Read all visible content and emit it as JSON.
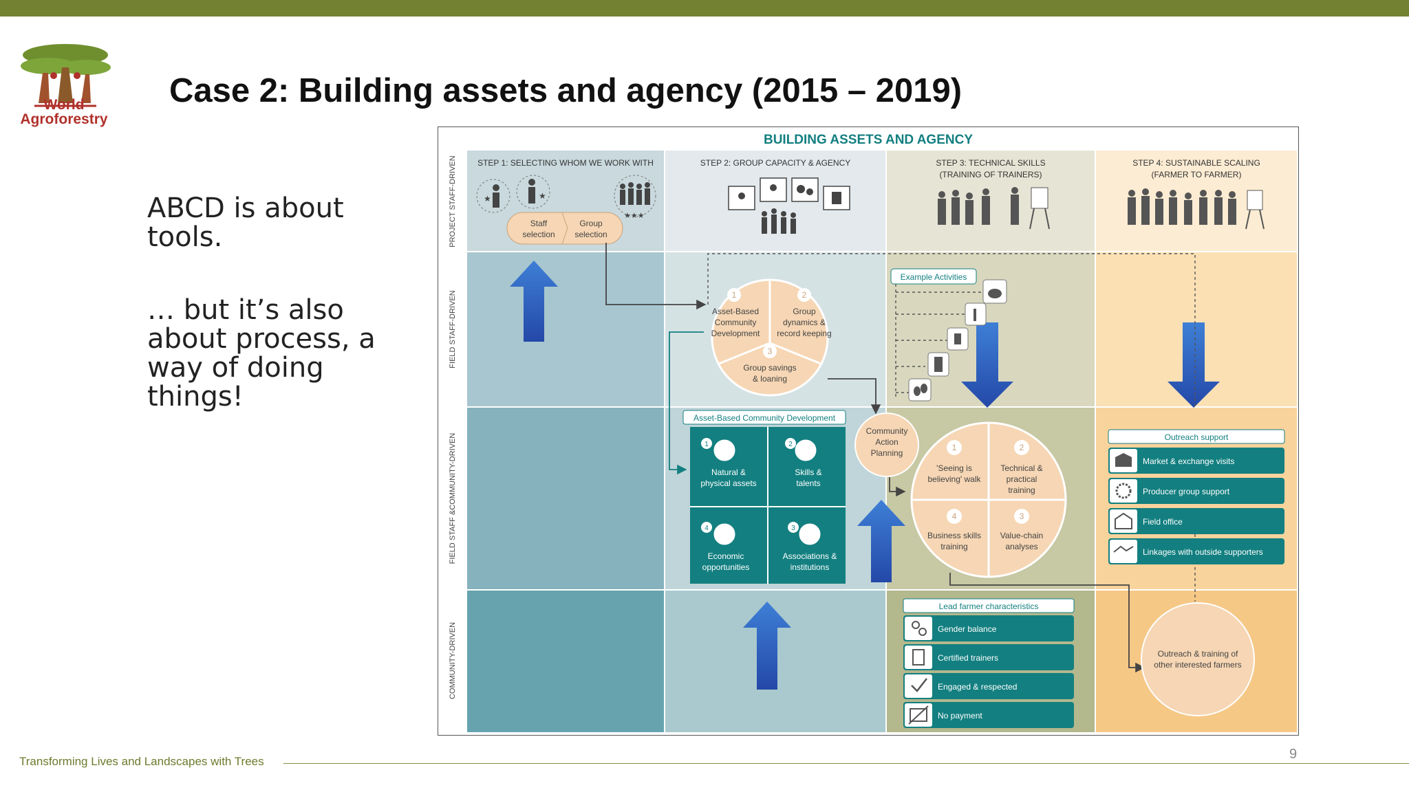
{
  "logo": {
    "line1": "World",
    "line2": "Agroforestry"
  },
  "slide": {
    "title": "Case 2: Building assets and agency (2015 – 2019)",
    "para1": [
      "ABCD is about",
      "tools."
    ],
    "para2": [
      "… but it’s also",
      "about process, a",
      "way of doing",
      "things!"
    ],
    "footer": "Transforming Lives and Landscapes with Trees",
    "page_number": "9"
  },
  "diagram": {
    "title": "BUILDING ASSETS AND AGENCY",
    "rows": [
      "PROJECT STAFF-DRIVEN",
      "FIELD STAFF-DRIVEN",
      "FIELD STAFF &COMMUNITY-DRIVEN",
      "COMMUNITY-DRIVEN"
    ],
    "steps": [
      [
        "STEP 1: SELECTING WHOM WE WORK WITH"
      ],
      [
        "STEP 2: GROUP CAPACITY & AGENCY"
      ],
      [
        "STEP 3: TECHNICAL SKILLS",
        "(TRAINING OF TRAINERS)"
      ],
      [
        "STEP 4: SUSTAINABLE SCALING",
        "(FARMER TO FARMER)"
      ]
    ],
    "pill": {
      "left": [
        "Staff",
        "selection"
      ],
      "right": [
        "Group",
        "selection"
      ]
    },
    "circle1": {
      "seg1": {
        "num": "1",
        "lines": [
          "Asset-Based",
          "Community",
          "Development"
        ]
      },
      "seg2": {
        "num": "2",
        "lines": [
          "Group",
          "dynamics &",
          "record keeping"
        ]
      },
      "seg3": {
        "num": "3",
        "lines": [
          "Group savings",
          "& loaning"
        ]
      }
    },
    "example_activities": "Example Activities",
    "abcd": {
      "header": "Asset-Based Community Development",
      "cells": [
        {
          "num": "1",
          "lines": [
            "Natural &",
            "physical assets"
          ]
        },
        {
          "num": "2",
          "lines": [
            "Skills &",
            "talents"
          ]
        },
        {
          "num": "4",
          "lines": [
            "Economic",
            "opportunities"
          ]
        },
        {
          "num": "3",
          "lines": [
            "Associations &",
            "institutions"
          ]
        }
      ]
    },
    "community_action": [
      "Community",
      "Action",
      "Planning"
    ],
    "circle2": {
      "seg1": {
        "num": "1",
        "lines": [
          "'Seeing is",
          "believing' walk"
        ]
      },
      "seg2": {
        "num": "2",
        "lines": [
          "Technical &",
          "practical",
          "training"
        ]
      },
      "seg4": {
        "num": "4",
        "lines": [
          "Business skills",
          "training"
        ]
      },
      "seg3": {
        "num": "3",
        "lines": [
          "Value-chain",
          "analyses"
        ]
      }
    },
    "outreach_support": {
      "header": "Outreach support",
      "items": [
        "Market & exchange visits",
        "Producer group support",
        "Field office",
        "Linkages with outside supporters"
      ]
    },
    "lead_farmer": {
      "header": "Lead farmer characteristics",
      "items": [
        "Gender balance",
        "Certified trainers",
        "Engaged & respected",
        "No payment"
      ]
    },
    "outreach_circle": [
      "Outreach & training of",
      "other interested farmers"
    ]
  },
  "colors": {
    "topbar": "#728232",
    "teal": "#137f80",
    "peach": "#f6d6b4",
    "arrow_blue": "#2f63c4",
    "logo_red": "#b0312b"
  }
}
